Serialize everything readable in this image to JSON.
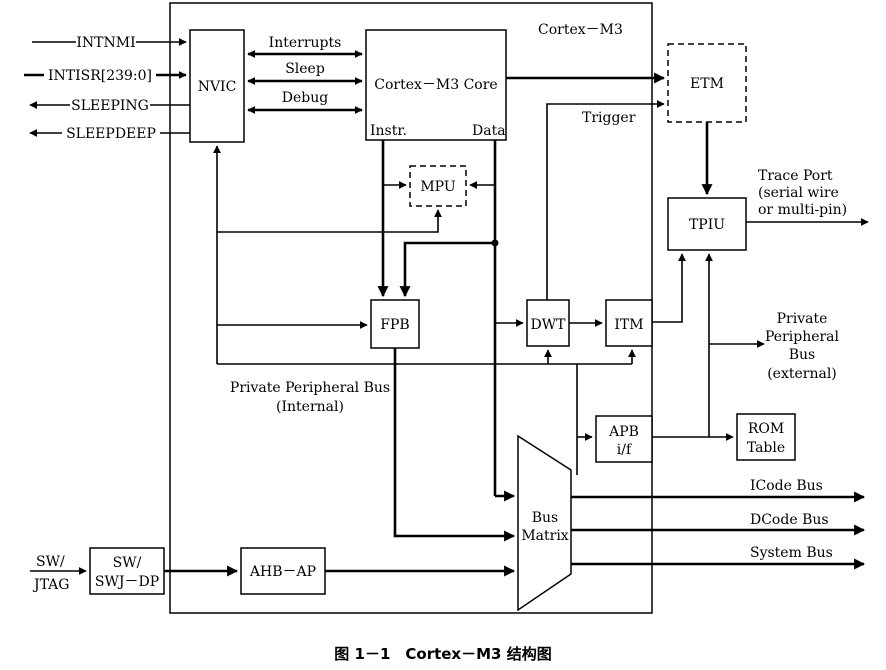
{
  "labels": {
    "cortex_m3": "Cortex－M3",
    "nvic": "NVIC",
    "core": "Cortex－M3 Core",
    "instr": "Instr.",
    "data": "Data",
    "etm": "ETM",
    "trigger": "Trigger",
    "mpu": "MPU",
    "tpiu": "TPIU",
    "fpb": "FPB",
    "dwt": "DWT",
    "itm": "ITM",
    "apb1": "APB",
    "apb2": "i/f",
    "rom1": "ROM",
    "rom2": "Table",
    "bus_matrix1": "Bus",
    "bus_matrix2": "Matrix",
    "sw_dp1": "SW/",
    "sw_dp2": "SWJ－DP",
    "ahb_ap": "AHB－AP",
    "interrupts": "Interrupts",
    "sleep": "Sleep",
    "debug": "Debug",
    "intnmi": "INTNMI",
    "intisr": "INTISR[239:0]",
    "sleeping": "SLEEPING",
    "sleepdeep": "SLEEPDEEP",
    "trace1": "Trace Port",
    "trace2": "(serial wire",
    "trace3": "or multi-pin)",
    "ppb_ext1": "Private",
    "ppb_ext2": "Peripheral",
    "ppb_ext3": "Bus",
    "ppb_ext4": "(external)",
    "ppb_int1": "Private Peripheral Bus",
    "ppb_int2": "(Internal)",
    "icode": "ICode Bus",
    "dcode": "DCode Bus",
    "system": "System Bus",
    "sw_jtag1": "SW/",
    "sw_jtag2": "JTAG"
  },
  "caption": "图 1－1　Cortex－M3 结构图"
}
